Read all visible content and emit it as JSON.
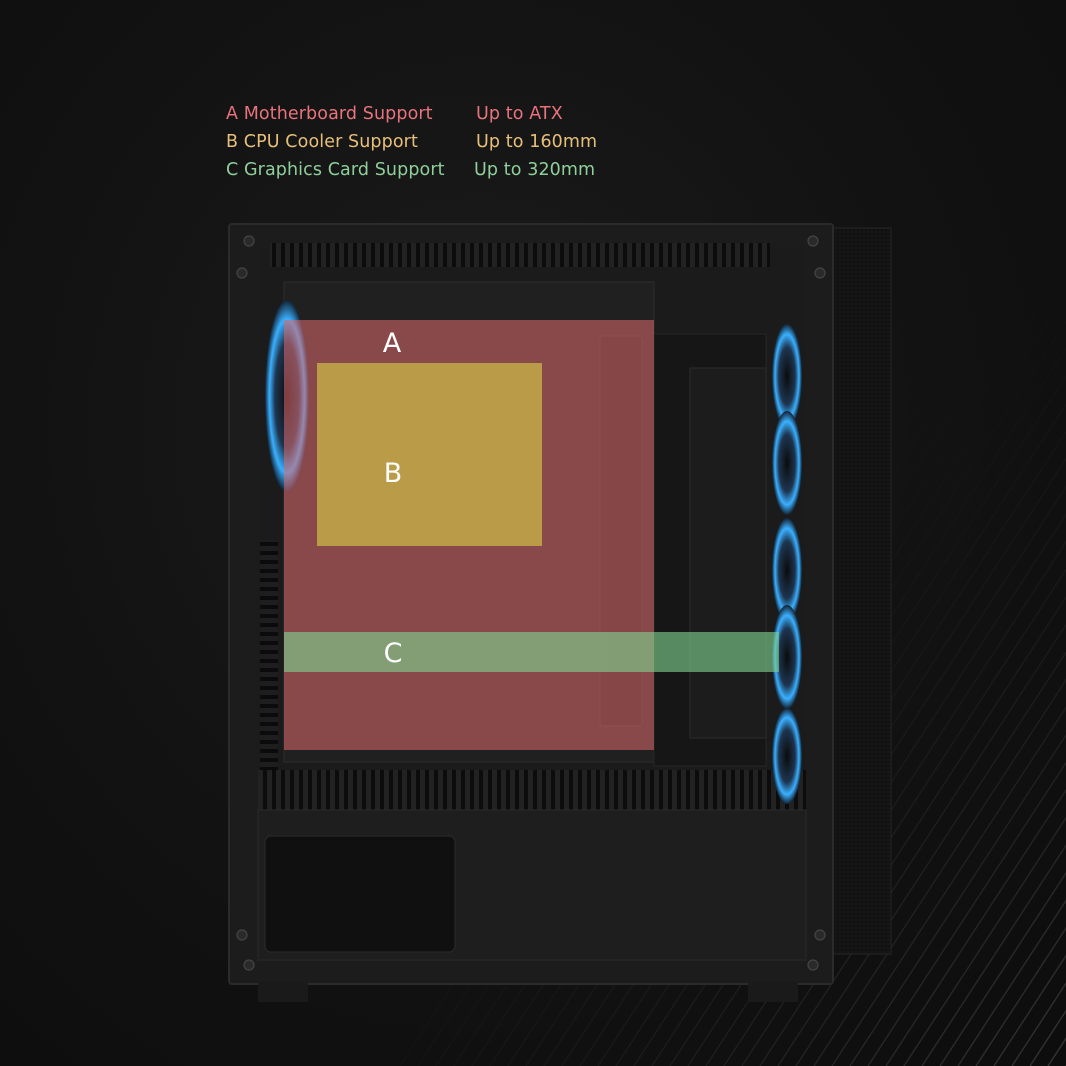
{
  "legend": [
    {
      "letter_label": "A Motherboard Support",
      "value": "Up to ATX",
      "color": "#e8737d"
    },
    {
      "letter_label": "B CPU Cooler Support",
      "value": "Up to 160mm",
      "color": "#e6c07a"
    },
    {
      "letter_label": "C Graphics Card Support",
      "value": "Up to 320mm",
      "color": "#8fcf9b"
    }
  ],
  "zones": {
    "a_letter": "A",
    "b_letter": "B",
    "c_letter": "C"
  },
  "colors": {
    "background": "#141414",
    "case_body": "#1f1f1f",
    "zone_a_fill": "#e06a6e",
    "zone_b_fill": "#c8b248",
    "zone_c_fill": "#7fd28e",
    "fan_glow": "#33a8ff"
  },
  "icons": [
    "pc-case-image",
    "rgb-fan-icon"
  ]
}
